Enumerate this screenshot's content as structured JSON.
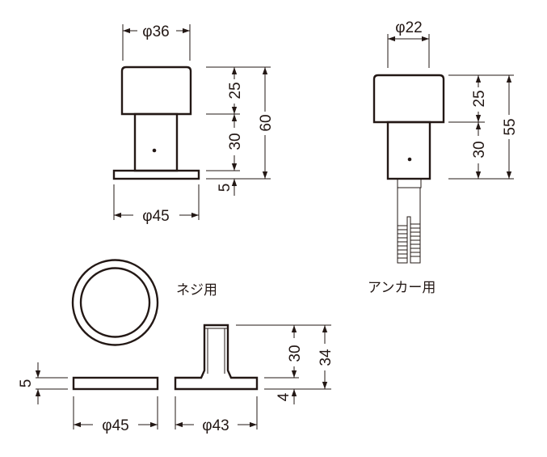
{
  "screw_type": {
    "label": "ネジ用",
    "top_diameter": "φ36",
    "base_diameter": "φ45",
    "cap_height": "25",
    "stem_height": "30",
    "base_thickness": "5",
    "total_height": "60"
  },
  "anchor_type": {
    "label": "アンカー用",
    "diameter": "φ22",
    "cap_height": "25",
    "stem_height": "30",
    "total_height": "55"
  },
  "base_plate": {
    "thickness": "5",
    "diameter": "φ45"
  },
  "stud_plate": {
    "diameter": "φ43",
    "stud_height": "30",
    "plate_thickness": "4",
    "total_height": "34"
  },
  "colors": {
    "line": "#231815",
    "background": "#ffffff"
  }
}
